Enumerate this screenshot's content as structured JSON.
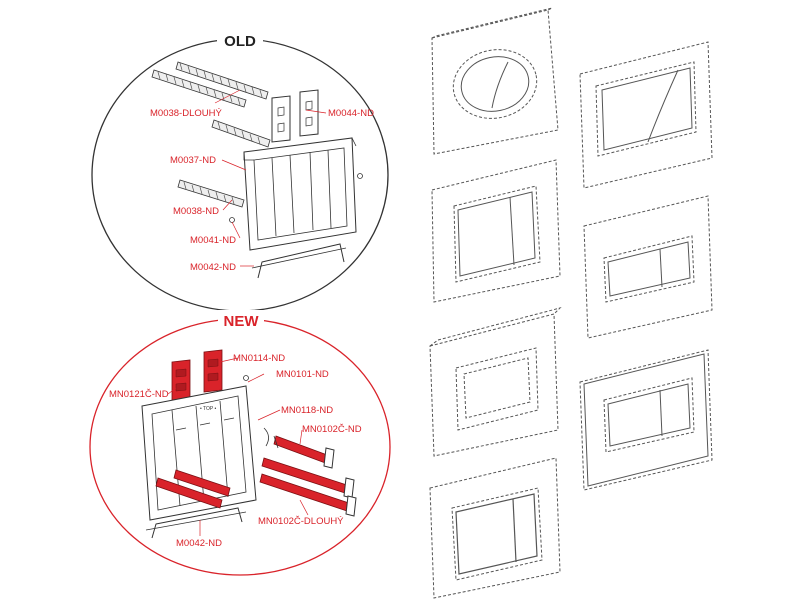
{
  "colors": {
    "accent": "#d9232a",
    "line": "#333333"
  },
  "old_section": {
    "heading": "OLD",
    "labels": {
      "m0038_dlouhy": "M0038-DLOUHÝ",
      "m0044": "M0044-ND",
      "m0037": "M0037-ND",
      "m0038": "M0038-ND",
      "m0041": "M0041-ND",
      "m0042": "M0042-ND"
    }
  },
  "new_section": {
    "heading": "NEW",
    "labels": {
      "mn0114": "MN0114-ND",
      "mn0101": "MN0101-ND",
      "mn0121c": "MN0121Č-ND",
      "mn0118": "MN0118-ND",
      "mn0102c": "MN0102Č-ND",
      "mn0102c_dlouhy": "MN0102Č-DLOUHÝ",
      "m0042": "M0042-ND"
    }
  },
  "plates": [
    {
      "name": "plate-oval"
    },
    {
      "name": "plate-wave"
    },
    {
      "name": "plate-dual-square"
    },
    {
      "name": "plate-flat-dual"
    },
    {
      "name": "plate-inset-single"
    },
    {
      "name": "plate-framed-dual"
    },
    {
      "name": "plate-rounded-dual"
    }
  ]
}
